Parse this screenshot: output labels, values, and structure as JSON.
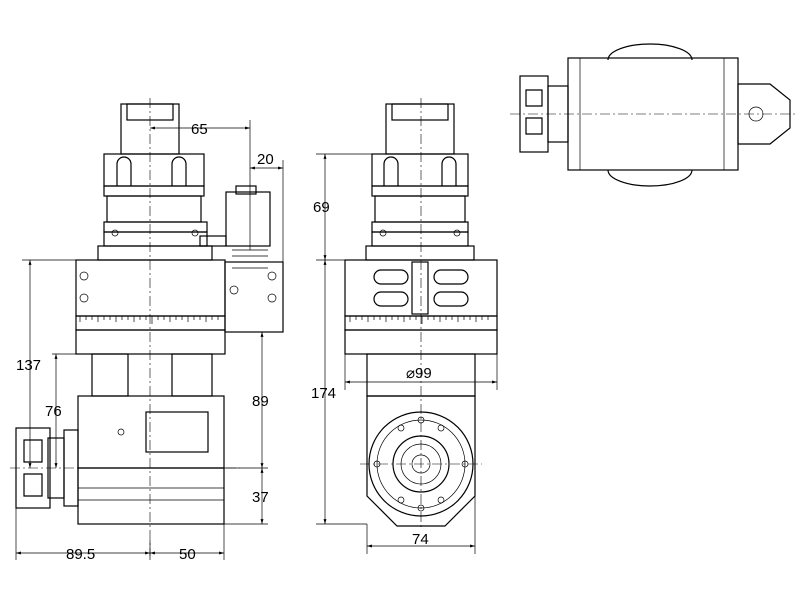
{
  "dimensions": {
    "d65": "65",
    "d20": "20",
    "d69": "69",
    "d137": "137",
    "d174": "174",
    "d89": "89",
    "d76": "76",
    "d37": "37",
    "d89_5": "89.5",
    "d50": "50",
    "d74": "74",
    "dia99": "⌀99"
  }
}
